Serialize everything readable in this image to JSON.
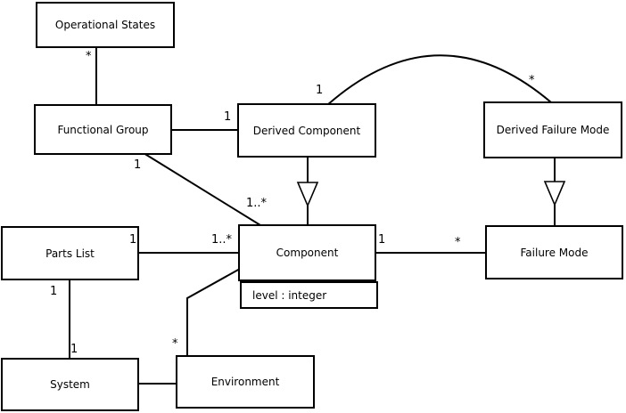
{
  "diagram_type": "uml-class-diagram",
  "colors": {
    "background": "#ffffff",
    "box_fill": "#ffffff",
    "box_border": "#000000",
    "line": "#000000",
    "text": "#000000"
  },
  "classes": {
    "operational_states": {
      "name": "Operational States"
    },
    "functional_group": {
      "name": "Functional Group"
    },
    "derived_component": {
      "name": "Derived Component"
    },
    "derived_failure_mode": {
      "name": "Derived Failure Mode"
    },
    "parts_list": {
      "name": "Parts List"
    },
    "component": {
      "name": "Component",
      "attributes": [
        "level : integer"
      ]
    },
    "failure_mode": {
      "name": "Failure Mode"
    },
    "system": {
      "name": "System"
    },
    "environment": {
      "name": "Environment"
    }
  },
  "relationships": [
    {
      "a": "Operational States",
      "b": "Functional Group",
      "type": "association",
      "a_label": "*",
      "b_label": ""
    },
    {
      "a": "Functional Group",
      "b": "Derived Component",
      "type": "association",
      "a_label": "",
      "b_label": "1"
    },
    {
      "a": "Derived Component",
      "b": "Component",
      "type": "generalization",
      "parent": "Component"
    },
    {
      "a": "Derived Failure Mode",
      "b": "Failure Mode",
      "type": "generalization",
      "parent": "Failure Mode"
    },
    {
      "a": "Derived Component",
      "b": "Derived Failure Mode",
      "type": "association",
      "a_label": "1",
      "b_label": "*"
    },
    {
      "a": "Functional Group",
      "b": "Component",
      "type": "association",
      "a_label": "1",
      "b_label": "1..*"
    },
    {
      "a": "Parts List",
      "b": "Component",
      "type": "association",
      "a_label": "1",
      "b_label": "1..*"
    },
    {
      "a": "Component",
      "b": "Failure Mode",
      "type": "association",
      "a_label": "1",
      "b_label": "*"
    },
    {
      "a": "Parts List",
      "b": "System",
      "type": "association",
      "a_label": "1",
      "b_label": "1"
    },
    {
      "a": "System",
      "b": "Environment",
      "type": "association",
      "a_label": "",
      "b_label": ""
    },
    {
      "a": "Environment",
      "b": "Component",
      "type": "association",
      "a_label": "*",
      "b_label": ""
    }
  ]
}
